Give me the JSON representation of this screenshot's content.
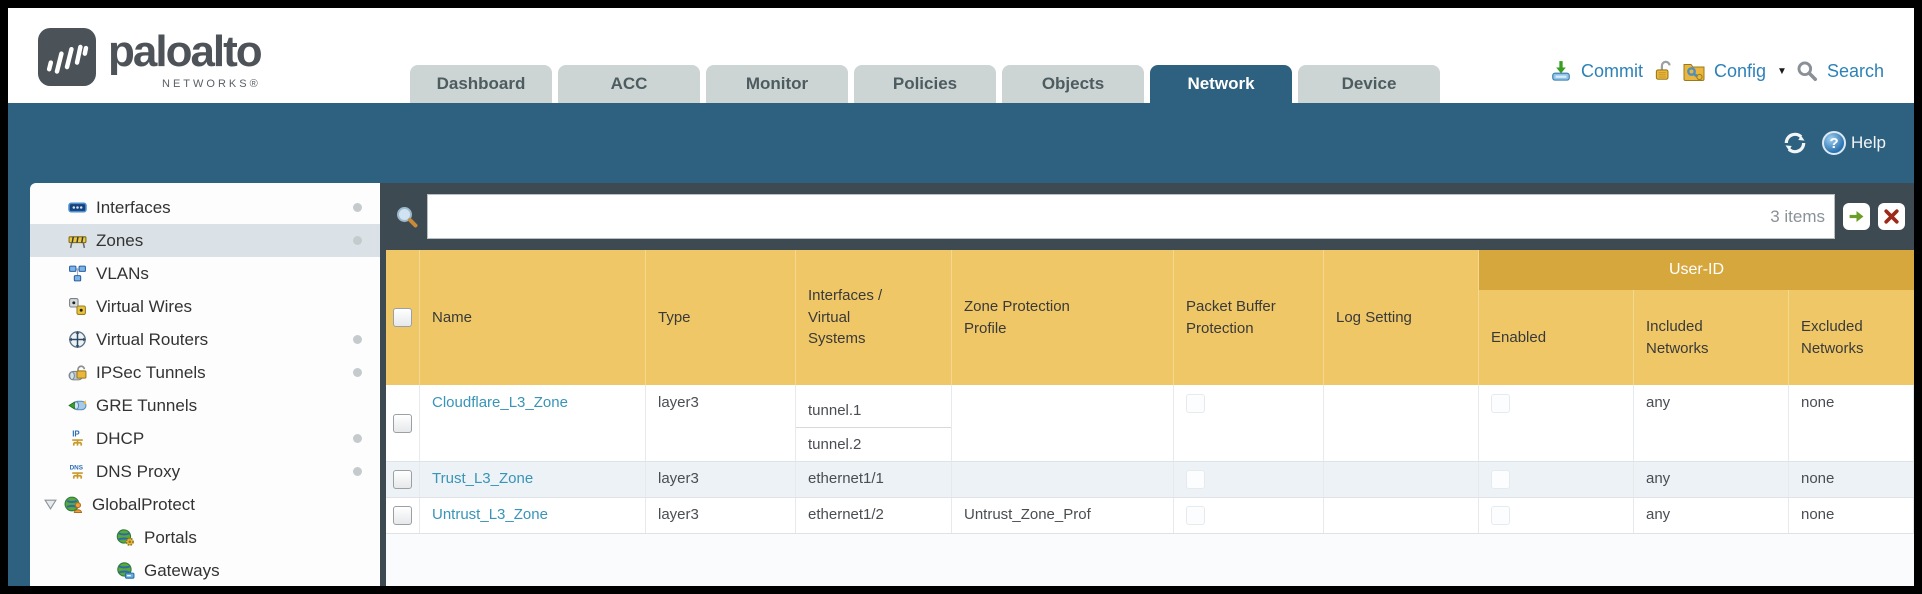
{
  "brand": {
    "wordmark": "paloalto",
    "networks": "NETWORKS®"
  },
  "tabs": {
    "items": [
      {
        "label": "Dashboard"
      },
      {
        "label": "ACC"
      },
      {
        "label": "Monitor"
      },
      {
        "label": "Policies"
      },
      {
        "label": "Objects"
      },
      {
        "label": "Network",
        "active": true
      },
      {
        "label": "Device"
      }
    ]
  },
  "utilities": {
    "commit": "Commit",
    "config": "Config",
    "search": "Search"
  },
  "help": {
    "label": "Help"
  },
  "sidebar": {
    "items": [
      {
        "label": "Interfaces"
      },
      {
        "label": "Zones"
      },
      {
        "label": "VLANs"
      },
      {
        "label": "Virtual Wires"
      },
      {
        "label": "Virtual Routers"
      },
      {
        "label": "IPSec Tunnels"
      },
      {
        "label": "GRE Tunnels"
      },
      {
        "label": "DHCP"
      },
      {
        "label": "DNS Proxy"
      },
      {
        "label": "GlobalProtect"
      },
      {
        "label": "Portals"
      },
      {
        "label": "Gateways"
      }
    ]
  },
  "filter": {
    "value": "",
    "count": "3 items"
  },
  "table": {
    "group_header": "User-ID",
    "columns": {
      "name": "Name",
      "type": "Type",
      "interfaces": "Interfaces / Virtual Systems",
      "zone_protection_profile": "Zone Protection Profile",
      "packet_buffer_protection": "Packet Buffer Protection",
      "log_setting": "Log Setting",
      "enabled": "Enabled",
      "included_networks": "Included Networks",
      "excluded_networks": "Excluded Networks"
    },
    "rows": [
      {
        "name": "Cloudflare_L3_Zone",
        "type": "layer3",
        "interfaces": [
          "tunnel.1",
          "tunnel.2"
        ],
        "zone_protection_profile": "",
        "log_setting": "",
        "included_networks": "any",
        "excluded_networks": "none"
      },
      {
        "name": "Trust_L3_Zone",
        "type": "layer3",
        "interfaces": [
          "ethernet1/1"
        ],
        "zone_protection_profile": "",
        "log_setting": "",
        "included_networks": "any",
        "excluded_networks": "none"
      },
      {
        "name": "Untrust_L3_Zone",
        "type": "layer3",
        "interfaces": [
          "ethernet1/2"
        ],
        "zone_protection_profile": "Untrust_Zone_Prof",
        "log_setting": "",
        "included_networks": "any",
        "excluded_networks": "none"
      }
    ]
  },
  "colors": {
    "accent_teal": "#2e617f",
    "header_amber": "#efc766",
    "userid_amber": "#d5a73d",
    "toolbar_slate": "#3e4a52",
    "link_blue": "#3894b8",
    "tab_gray": "#ccd5d3"
  }
}
